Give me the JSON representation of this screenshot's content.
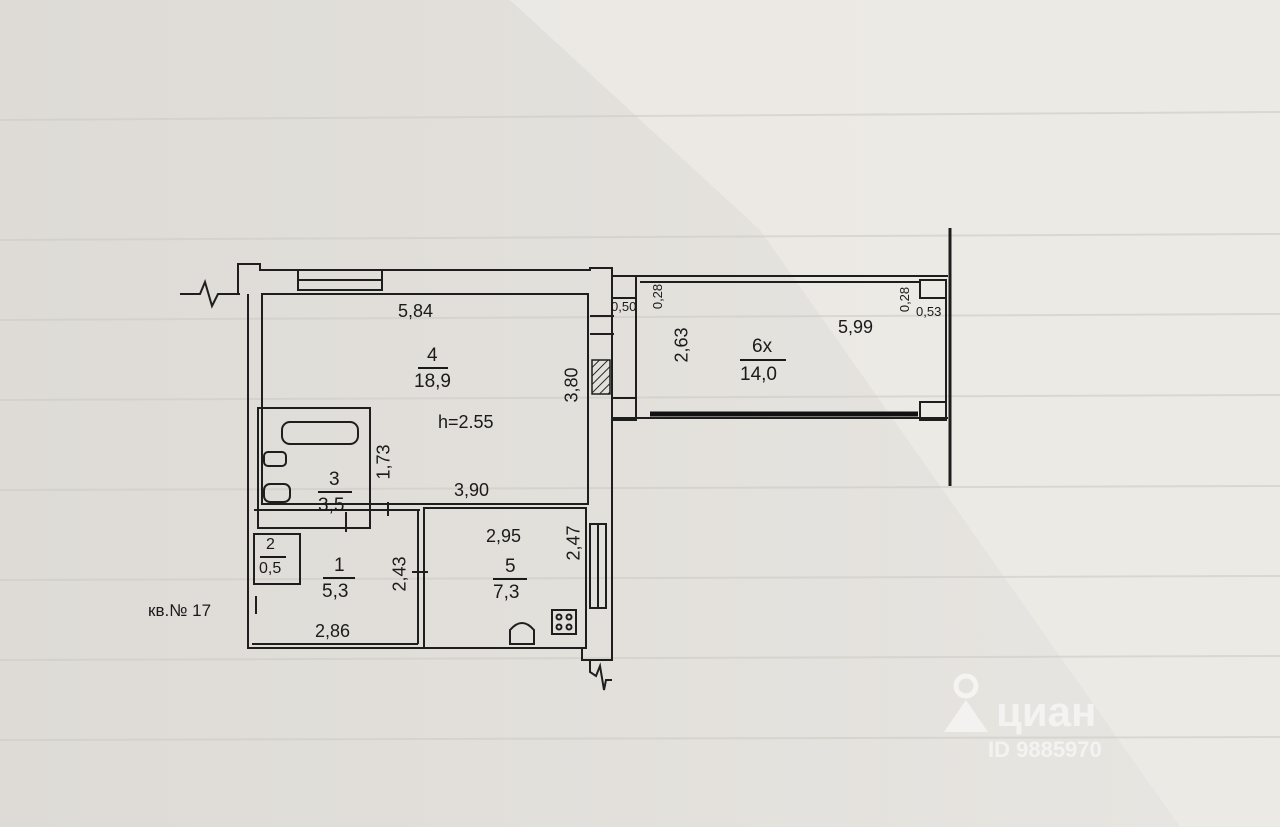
{
  "plan": {
    "apartment_label": "кв.№ 17",
    "rooms": [
      {
        "num": "1",
        "area": "5,3"
      },
      {
        "num": "2",
        "area": "0,5"
      },
      {
        "num": "3",
        "area": "3,5"
      },
      {
        "num": "4",
        "area": "18,9"
      },
      {
        "num": "5",
        "area": "7,3"
      },
      {
        "num": "6х",
        "area": "14,0"
      }
    ],
    "ceiling_height": "h=2.55",
    "dimensions": {
      "d584": "5,84",
      "d380": "3,80",
      "d173": "1,73",
      "d390": "3,90",
      "d295": "2,95",
      "d247": "2,47",
      "d243": "2,43",
      "d286": "2,86",
      "d263": "2,63",
      "d599": "5,99",
      "d050": "0,50",
      "d028a": "0,28",
      "d028b": "0,28",
      "d053": "0,53"
    }
  },
  "watermark": {
    "brand": "циан",
    "id": "ID 9885970"
  }
}
